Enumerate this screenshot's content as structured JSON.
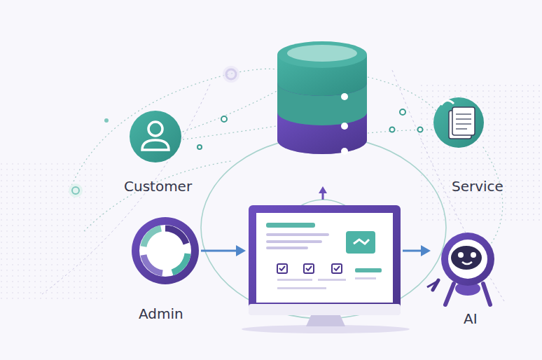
{
  "diagram": {
    "nodes": [
      {
        "text": [
          "Customer"
        ]
      },
      {
        "text": [
          "Service"
        ]
      },
      {
        "text": [
          "Admin"
        ]
      },
      {
        "text": [
          "AI"
        ]
      }
    ]
  }
}
